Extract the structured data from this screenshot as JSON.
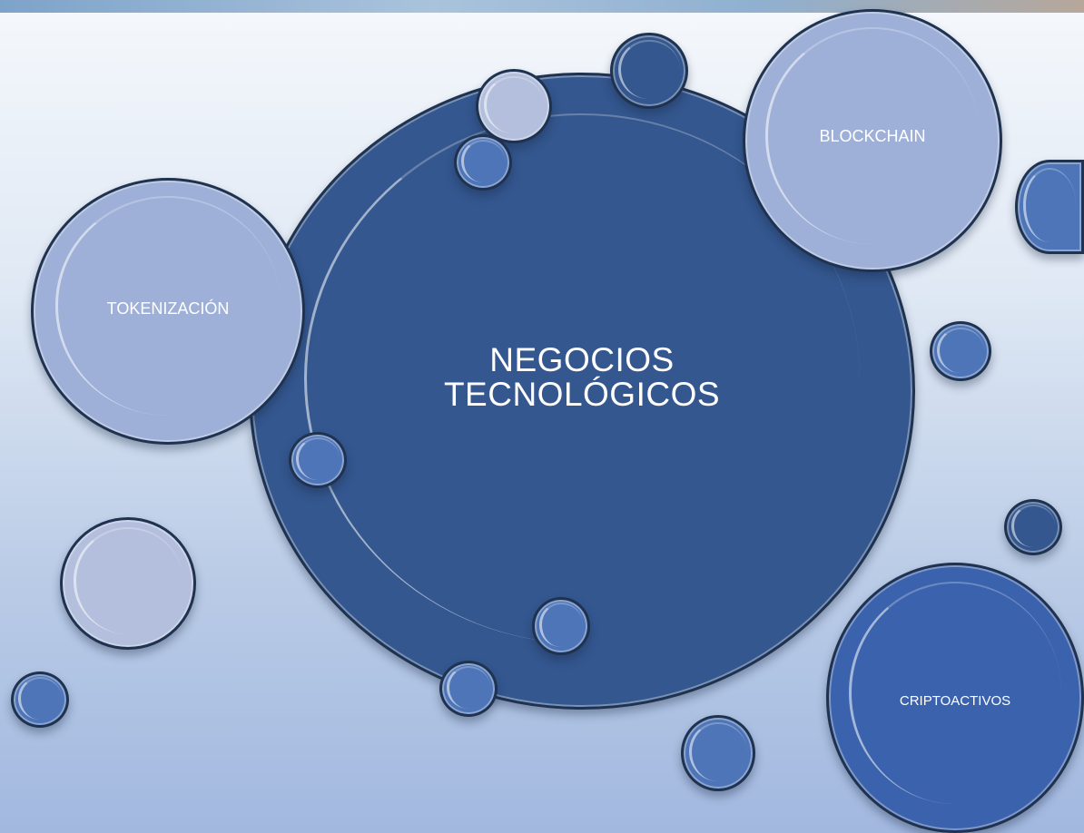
{
  "center": {
    "label": "NEGOCIOS TECNOLÓGICOS"
  },
  "nodes": {
    "blockchain": "BLOCKCHAIN",
    "tokenizacion": "TOKENIZACIÓN",
    "criptoactivos": "CRIPTOACTIVOS"
  },
  "colors": {
    "center_fill": "#34578f",
    "node_fill_light": "#9eb0d8",
    "node_fill_dark": "#3b62ad",
    "accent_bubble": "#4e75b8",
    "outline": "#1f3350"
  }
}
